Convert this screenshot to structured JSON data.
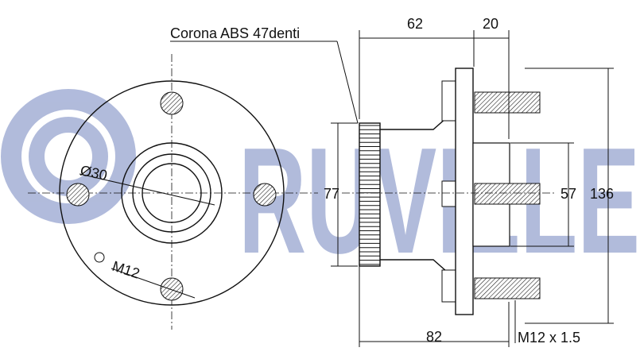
{
  "watermark": {
    "text": "RUVILLE",
    "color": "#a9b4d8"
  },
  "labels": {
    "abs_ring": "Corona ABS 47denti",
    "bore_diameter": "Ø30",
    "bolt_hole": "M12",
    "thread": "M12 x 1.5"
  },
  "dimensions": {
    "flange_width": "62",
    "stud_projection": "20",
    "ring_diameter": "77",
    "pilot_diameter": "57",
    "stud_span": "136",
    "overall_length": "82"
  },
  "icons": {
    "hatch": "hatch-pattern"
  }
}
